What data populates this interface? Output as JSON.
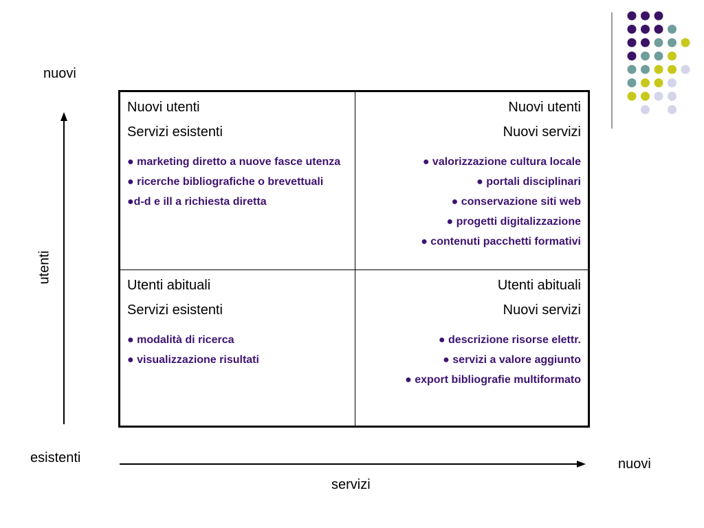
{
  "axes": {
    "y_top_label": "nuovi",
    "y_axis_label": "utenti",
    "x_origin_label": "esistenti",
    "x_end_label": "nuovi",
    "x_axis_label": "servizi"
  },
  "matrix": {
    "top_left": {
      "line1": "Nuovi utenti",
      "line2": "Servizi esistenti",
      "items": [
        "● marketing diretto a nuove fasce utenza",
        "● ricerche bibliografiche o brevettuali",
        "●d-d e ill a richiesta diretta"
      ]
    },
    "top_right": {
      "line1": "Nuovi utenti",
      "line2": "Nuovi servizi",
      "items": [
        "● valorizzazione cultura locale",
        "● portali disciplinari",
        "● conservazione siti web",
        "● progetti digitalizzazione",
        "● contenuti pacchetti formativi"
      ]
    },
    "bottom_left": {
      "line1": "Utenti abituali",
      "line2": "Servizi esistenti",
      "items": [
        "● modalità di ricerca",
        "● visualizzazione risultati"
      ]
    },
    "bottom_right": {
      "line1": "Utenti abituali",
      "line2": "Nuovi servizi",
      "items": [
        "● descrizione risorse elettr.",
        "● servizi a valore aggiunto",
        "● export bibliografie multiformato"
      ]
    }
  },
  "colors": {
    "item_text": "#3d1370",
    "dot_purple": "#3a1266",
    "dot_teal": "#6f9e9c",
    "dot_yellow": "#c8c81c",
    "dot_lavender": "#d4d4ea"
  },
  "decoration": {
    "dot_rows": [
      [
        "purple",
        "purple",
        "purple",
        "",
        ""
      ],
      [
        "purple",
        "purple",
        "purple",
        "teal",
        ""
      ],
      [
        "purple",
        "purple",
        "teal",
        "teal",
        "yellow"
      ],
      [
        "purple",
        "teal",
        "teal",
        "yellow",
        ""
      ],
      [
        "teal",
        "teal",
        "yellow",
        "yellow",
        "lavender"
      ],
      [
        "teal",
        "yellow",
        "yellow",
        "lavender",
        ""
      ],
      [
        "yellow",
        "yellow",
        "lavender",
        "lavender",
        ""
      ],
      [
        "",
        "lavender",
        "",
        "lavender",
        ""
      ]
    ]
  }
}
